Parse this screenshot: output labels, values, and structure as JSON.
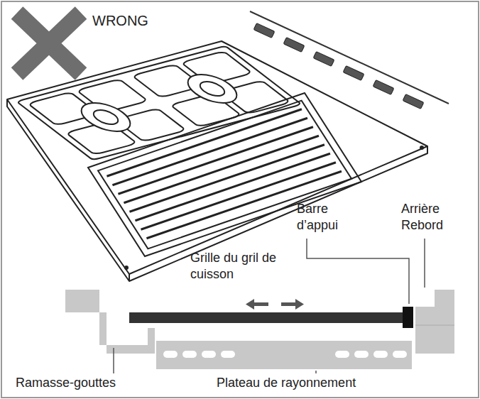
{
  "diagram": {
    "labels": [
      "WRONG",
      "Barre d’appui",
      "Arrière Rebord",
      "Grille du gril de cuisson",
      "Ramasse-gouttes",
      "Plateau de rayonnement"
    ]
  }
}
